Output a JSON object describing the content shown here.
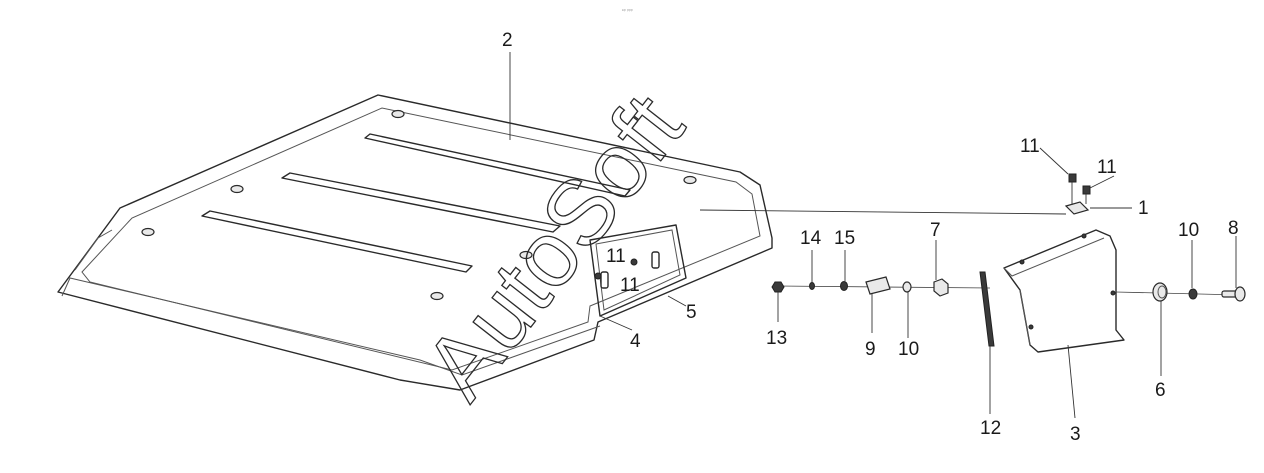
{
  "diagram": {
    "header_text": "ᵉᵖ ᵖᵖᵖ",
    "watermark": "AutoSoft",
    "callouts": {
      "c1": "1",
      "c2": "2",
      "c3": "3",
      "c4": "4",
      "c5": "5",
      "c6": "6",
      "c7": "7",
      "c8": "8",
      "c9": "9",
      "c10a": "10",
      "c10b": "10",
      "c11a": "11",
      "c11b": "11",
      "c11c": "11",
      "c11d": "11",
      "c12": "12",
      "c13": "13",
      "c14": "14",
      "c15": "15"
    }
  }
}
